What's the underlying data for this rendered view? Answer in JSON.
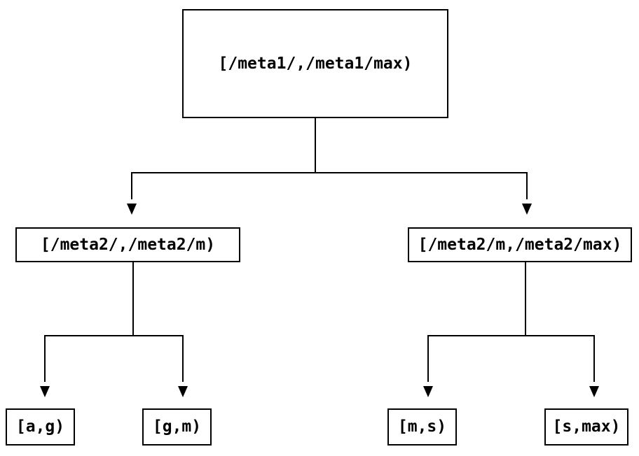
{
  "diagram": {
    "type": "tree",
    "background": "#ffffff",
    "ink_color": "#000000",
    "root": {
      "label": "[/meta1/,/meta1/max)",
      "children": [
        {
          "label": "[/meta2/,/meta2/m)",
          "children": [
            {
              "label": "[a,g)"
            },
            {
              "label": "[g,m)"
            }
          ]
        },
        {
          "label": "[/meta2/m,/meta2/max)",
          "children": [
            {
              "label": "[m,s)"
            },
            {
              "label": "[s,max)"
            }
          ]
        }
      ]
    }
  }
}
